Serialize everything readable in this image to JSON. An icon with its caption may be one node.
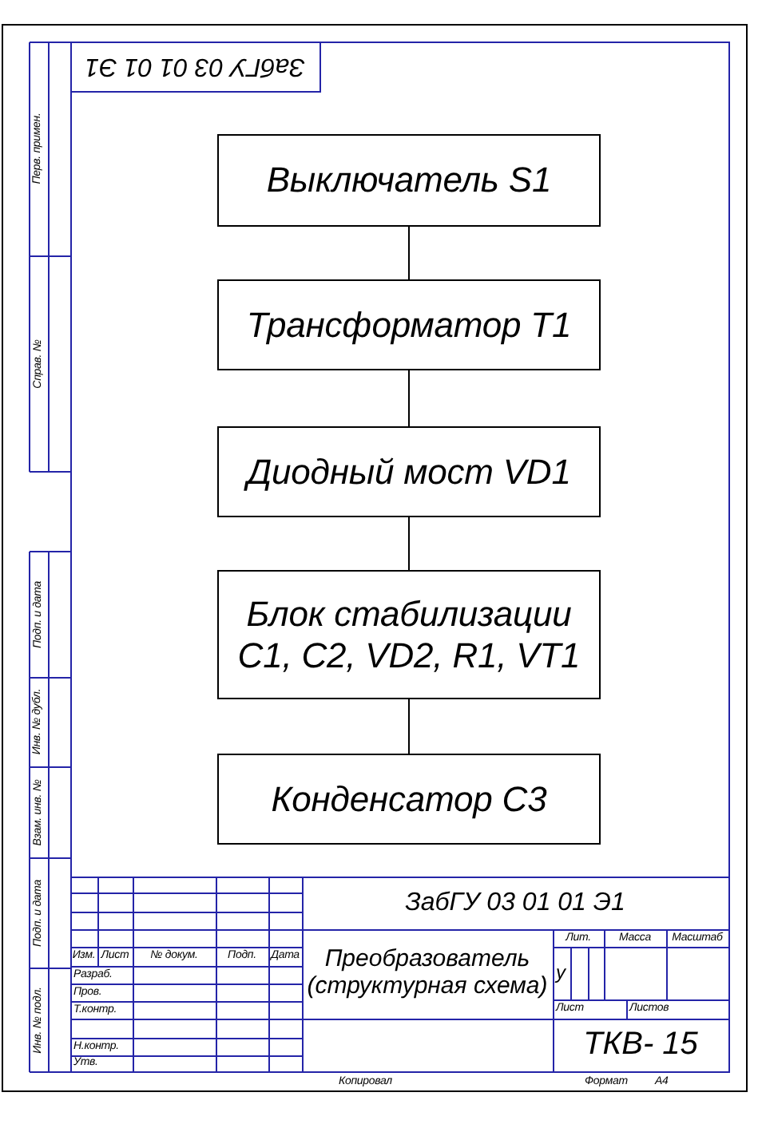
{
  "diagram": {
    "nodes": [
      {
        "text": [
          "Выключатель S1"
        ]
      },
      {
        "text": [
          "Трансформатор T1"
        ]
      },
      {
        "text": [
          "Диодный мост VD1"
        ]
      },
      {
        "text": [
          "Блок стабилизации C1, C2, VD2, R1, VT1"
        ]
      },
      {
        "text": [
          "Конденсатор C3"
        ]
      }
    ],
    "edges": [
      {
        "from": 0,
        "to": 1,
        "arrow": "none"
      },
      {
        "from": 1,
        "to": 2,
        "arrow": "none"
      },
      {
        "from": 2,
        "to": 3,
        "arrow": "none"
      },
      {
        "from": 3,
        "to": 4,
        "arrow": "none"
      }
    ],
    "labels": [
      "ЗабГУ 03 01 01 Э1",
      "Перв. примен.",
      "Справ. №",
      "Подп. и дата",
      "Инв. № дубл.",
      "Взам. инв. №",
      "Подп. и дата",
      "Инв. № подл.",
      "ЗабГУ 03 01 01 Э1",
      "Изм.",
      "Лист",
      "№ докум.",
      "Подп.",
      "Дата",
      "Преобразователь (структурная схема)",
      "Лит.",
      "Масса",
      "Масштаб",
      "Разраб.",
      "у",
      "Пров.",
      "Т.контр.",
      "Лист",
      "Листов",
      "Н.контр.",
      "ТКВ- 15",
      "Утв.",
      "Копировал",
      "Формат",
      "A4"
    ]
  }
}
